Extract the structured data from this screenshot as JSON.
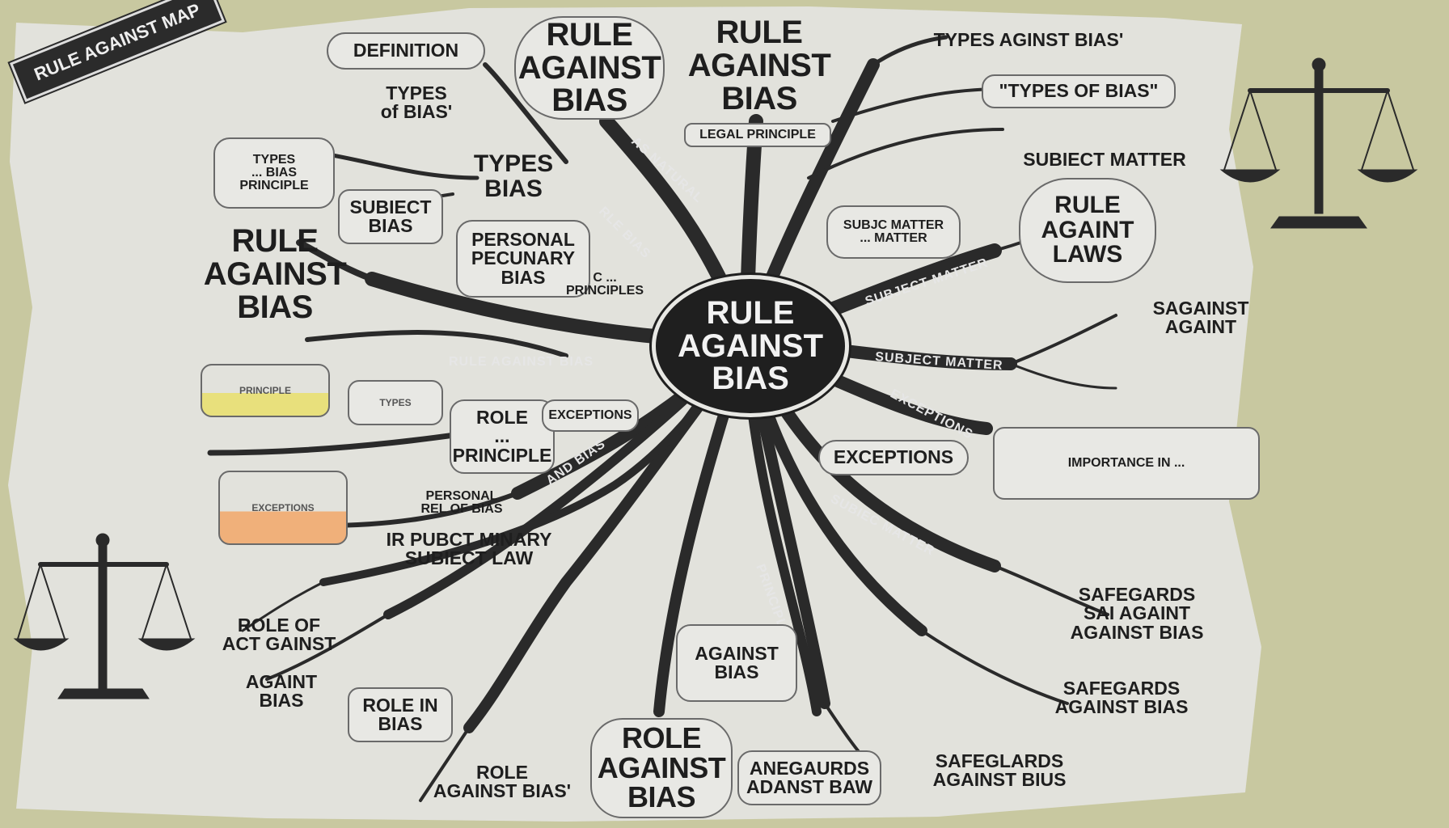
{
  "center": "RULE\nAGAINST\nBIAS",
  "corner_tag": "RULE AGAINST MAP",
  "colors": {
    "background": "#c8c8a0",
    "panel": "#e2e2dc",
    "branch": "#2a2a2a",
    "accent_orange": "#f0b07a",
    "accent_yellow": "#e8e07c"
  },
  "icons": [
    "scales-of-justice-icon",
    "scales-of-justice-icon"
  ],
  "nodes": {
    "definition": "DEFINITION",
    "top_title_1": "RULE\nAGAINST\nBIAS",
    "top_title_2": "RULE\nAGAINST\nBIAS",
    "legal_principle": "LEGAL PRINCIPLE",
    "types_aginst_bias": "TYPES AGINST BIAS'",
    "types_of_bias_quote": "\"TYPES OF BIAS\"",
    "subject_matter": "SUBIECT MATTER",
    "types_of_bias_left": "TYPES\nof BIAS'",
    "types_bias_principle": "TYPES\n... BIAS\nPRINCIPLE",
    "types_bias_center": "TYPES\nBIAS",
    "subject_bias": "SUBIECT\nBIAS",
    "left_title": "RULE\nAGAINST\nBIAS",
    "personal_pecunary": "PERSONAL\nPECUNARY\nBIAS",
    "c_principles": "C ...\nPRINCIPLES",
    "subj_matter_mid": "SUBJC MATTER\n... MATTER",
    "rule_againt_laws": "RULE\nAGAINT\nLAWS",
    "sagainst": "SAGAINST\nAGAINT",
    "exceptions_right": "EXCEPTIONS",
    "importance": "IMPORTANCE IN ...",
    "role_principle": "ROLE\n...\nPRINCIPLE",
    "exceptions_small": "EXCEPTIONS",
    "personal_rel": "PERSONAL\nREL OF BIAS",
    "pubct_minary": "IR PUBCT MINARY\nSUBIECT LAW",
    "role_of_act": "ROLE OF\nACT GAINST",
    "againt_bias_left": "AGAINT\nBIAS",
    "role_in": "ROLE IN\nBIAS",
    "role_against_bias_bottom": "ROLE\nAGAINST BIAS'",
    "role_against_bias_big": "ROLE\nAGAINST\nBIAS",
    "against_bias_mid": "AGAINST\nBIAS",
    "anegaurds": "ANEGAURDS\nADANST BAW",
    "safeglards": "SAFEGLARDS\nAGAINST BIUS",
    "safegards_1": "SAFEGARDS\nSAI AGAINT\nAGAINST BIAS",
    "safegards_2": "SAFEGARDS\nAGAINST BIAS",
    "small_1": "TYPES",
    "small_2": "PRINCIPLE",
    "small_3": "EXCEPTIONS"
  },
  "branch_labels": [
    "RULE AGAINST BIAS",
    "SUBJECT MATTER",
    "SUBJECT MATTER",
    "SUBIEC MATTER",
    "AS NATURAL",
    "RLE BIAS",
    "EXCEPTIONS",
    "AND BIAS",
    "PRINCIPLES"
  ]
}
